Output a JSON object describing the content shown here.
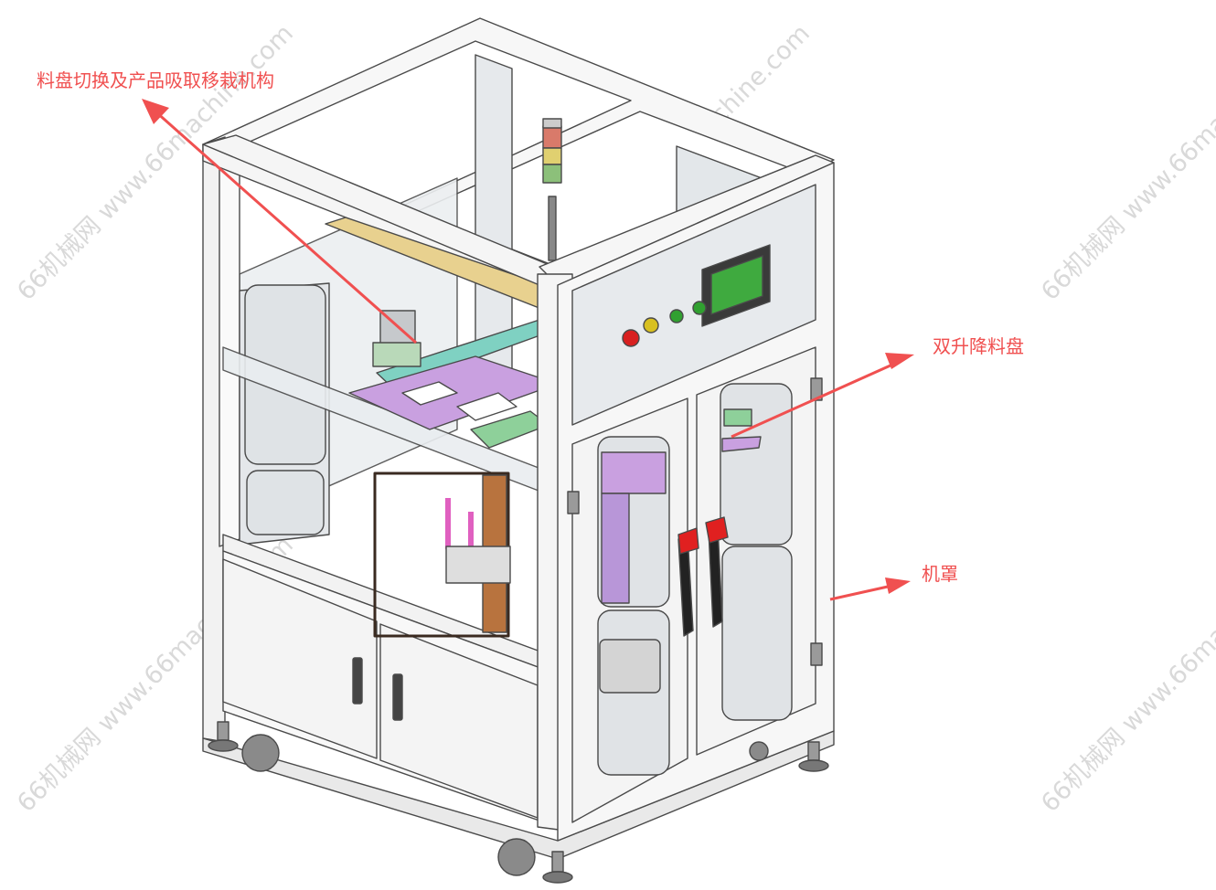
{
  "labels": {
    "tray_switch_transfer": "料盘切换及产品吸取移栽机构",
    "dual_lift_tray": "双升降料盘",
    "cover": "机罩"
  },
  "watermark": {
    "text": "66机械网 www.66machine.com"
  },
  "colors": {
    "annotation": "#f05050",
    "frame": "#f4f4f4",
    "frame_edge": "#555555",
    "glass": "#dfe3e6",
    "beam": "#e8d18f",
    "tray": "#c9a0e0",
    "green_plate": "#8ed09a",
    "teal_rail": "#7fd1c2",
    "hmi_screen": "#3faa3f",
    "handle": "#e02020",
    "copper": "#b8733e"
  }
}
